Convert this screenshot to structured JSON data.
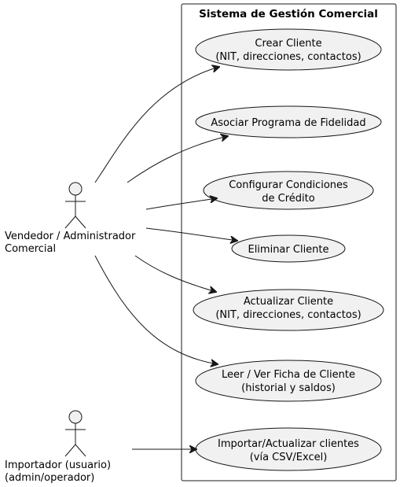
{
  "system": {
    "title": "Sistema de Gestión Comercial"
  },
  "actors": [
    {
      "id": "vendedor",
      "lines": [
        "Vendedor / Administrador",
        "Comercial"
      ]
    },
    {
      "id": "importador",
      "lines": [
        "Importador (usuario)",
        "(admin/operador)"
      ]
    }
  ],
  "use_cases": [
    {
      "id": "crear",
      "lines": [
        "Crear Cliente",
        "(NIT, direcciones, contactos)"
      ]
    },
    {
      "id": "fidelidad",
      "lines": [
        "Asociar Programa de Fidelidad"
      ]
    },
    {
      "id": "credito",
      "lines": [
        "Configurar Condiciones",
        "de Crédito"
      ]
    },
    {
      "id": "eliminar",
      "lines": [
        "Eliminar Cliente"
      ]
    },
    {
      "id": "actualizar",
      "lines": [
        "Actualizar Cliente",
        "(NIT, direcciones, contactos)"
      ]
    },
    {
      "id": "leer",
      "lines": [
        "Leer / Ver Ficha de Cliente",
        "(historial y saldos)"
      ]
    },
    {
      "id": "importar",
      "lines": [
        "Importar/Actualizar clientes",
        "(vía CSV/Excel)"
      ]
    }
  ],
  "colors": {
    "node_fill": "#f1f1f1",
    "stroke": "#181818"
  }
}
